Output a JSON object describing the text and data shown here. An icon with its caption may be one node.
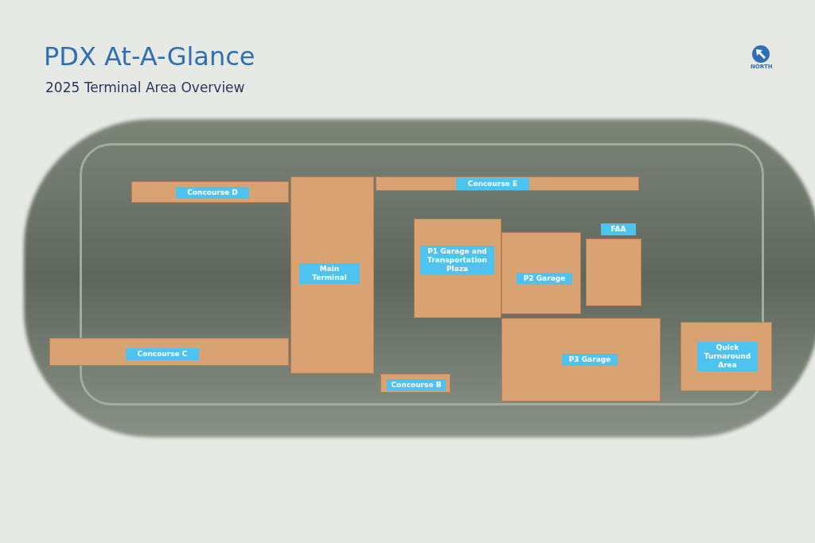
{
  "diagram": {
    "title": "PDX At-A-Glance",
    "nodes": [
      {
        "text": [
          "Concourse D"
        ]
      },
      {
        "text": [
          "Concourse E"
        ]
      },
      {
        "text": [
          "Main Terminal"
        ]
      },
      {
        "text": [
          "P1 Garage and Transportation Plaza"
        ]
      },
      {
        "text": [
          "P2 Garage"
        ]
      },
      {
        "text": [
          "FAA"
        ]
      },
      {
        "text": [
          "Concourse C"
        ]
      },
      {
        "text": [
          "P3 Garage"
        ]
      },
      {
        "text": [
          "Quick Turnaround Area"
        ]
      },
      {
        "text": [
          "Concourse B"
        ]
      }
    ],
    "labels": [
      "2025 Terminal Area Overview",
      "NORTH"
    ]
  }
}
